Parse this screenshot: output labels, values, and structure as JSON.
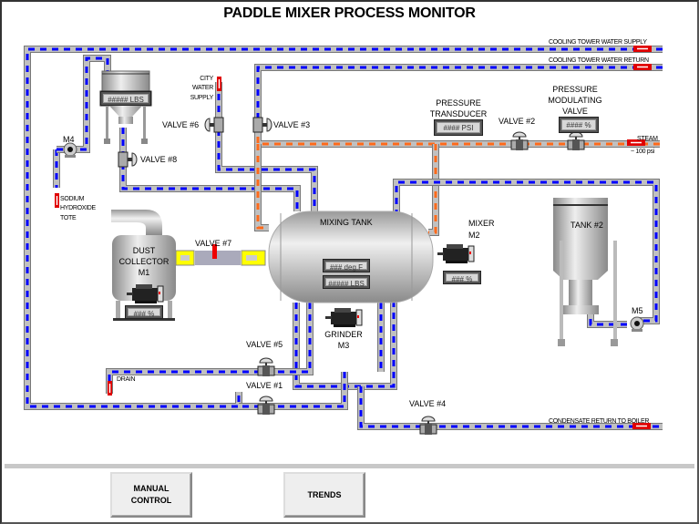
{
  "window": {
    "title": "PADDLE MIXER PROCESS MONITOR"
  },
  "lines": {
    "cooling_supply": "COOLING TOWER WATER SUPPLY",
    "cooling_return": "COOLING TOWER WATER RETURN",
    "steam": "STEAM",
    "steam_pressure": "~ 100 psi",
    "city_water": [
      "CITY",
      "WATER",
      "SUPPLY"
    ],
    "sodium": [
      "SODIUM",
      "HYDROXIDE",
      "TOTE"
    ],
    "drain": "DRAIN",
    "condensate": "CONDENSATE RETURN TO BOILER"
  },
  "equipment": {
    "hopper_readout": "##### LBS",
    "pressure_transducer": {
      "label": [
        "PRESSURE",
        "TRANSDUCER"
      ],
      "readout": "#### PSI"
    },
    "pressure_mod_valve": {
      "label": [
        "PRESSURE",
        "MODULATING",
        "VALVE"
      ],
      "readout": "#### %"
    },
    "mixing_tank": {
      "label": "MIXING TANK",
      "temp_readout": "### deg.F",
      "weight_readout": "##### LBS"
    },
    "mixer": {
      "label": [
        "MIXER",
        "M2"
      ],
      "readout": "### %"
    },
    "dust_collector": {
      "label": [
        "DUST",
        "COLLECTOR",
        "M1"
      ],
      "readout": "### %"
    },
    "grinder": {
      "label": [
        "GRINDER",
        "M3"
      ]
    },
    "tank2": {
      "label": "TANK #2"
    },
    "pump_m4": "M4",
    "pump_m5": "M5"
  },
  "valves": {
    "v1": "VALVE #1",
    "v2": "VALVE #2",
    "v3": "VALVE #3",
    "v4": "VALVE #4",
    "v5": "VALVE #5",
    "v6": "VALVE #6",
    "v7": "VALVE #7",
    "v8": "VALVE #8"
  },
  "buttons": {
    "manual_control": "MANUAL CONTROL",
    "trends": "TRENDS"
  },
  "colors": {
    "water": "#0000ff",
    "steam": "#ff6a1a",
    "pipe": "#c0c0c0",
    "arrow": "#e00000",
    "duct": "#ffff00"
  }
}
